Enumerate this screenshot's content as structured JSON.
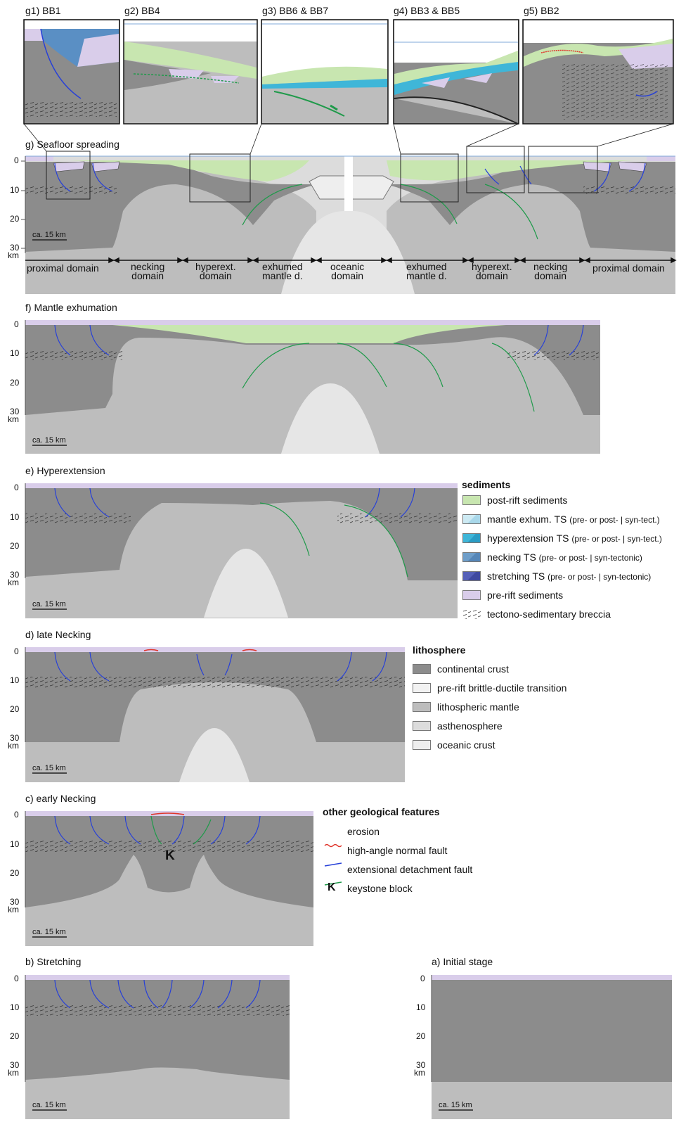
{
  "panels": {
    "g1": "g1) BB1",
    "g2": "g2) BB4",
    "g3": "g3) BB6 & BB7",
    "g4": "g4) BB3 & BB5",
    "g5": "g5) BB2",
    "g": "g) Seafloor spreading",
    "f": "f) Mantle exhumation",
    "e": "e) Hyperextension",
    "d": "d) late Necking",
    "c": "c) early Necking",
    "b": "b) Stretching",
    "a": "a) Initial stage"
  },
  "axis": {
    "t0": "0",
    "t10": "10",
    "t20": "20",
    "t30": "30",
    "unit": "km"
  },
  "scale_bar": "ca. 15 km",
  "domains": {
    "proximal": "proximal domain",
    "necking_1": "necking",
    "necking_2": "domain",
    "hyper_1": "hyperext.",
    "hyper_2": "domain",
    "exhumed_1": "exhumed",
    "exhumed_2": "mantle d.",
    "oceanic_1": "oceanic",
    "oceanic_2": "domain"
  },
  "keystone_marker": "K",
  "legend": {
    "sediments_title": "sediments",
    "sediments": [
      {
        "label": "post-rift sediments",
        "note": "",
        "color": "#c8e6b0"
      },
      {
        "label": "mantle exhum. TS ",
        "note": "(pre- or post- | syn-tect.)",
        "color": "#cdeaf3"
      },
      {
        "label": "hyperextension TS ",
        "note": "(pre- or post- | syn-tect.)",
        "color": "#3fb6d8"
      },
      {
        "label": "necking TS ",
        "note": "(pre- or post- | syn-tectonic)",
        "color": "#6f9ec9"
      },
      {
        "label": "stretching TS ",
        "note": "(pre- or post- | syn-tectonic)",
        "color": "#5560b8"
      },
      {
        "label": "pre-rift sediments",
        "note": "",
        "color": "#d9cdea"
      },
      {
        "label": "tectono-sedimentary breccia",
        "note": "",
        "color": "#ffffff"
      }
    ],
    "lithosphere_title": "lithosphere",
    "lithosphere": [
      {
        "label": "continental crust",
        "color": "#8c8c8c"
      },
      {
        "label": "pre-rift brittle-ductile transition",
        "color": "#f2f2f2"
      },
      {
        "label": "lithospheric mantle",
        "color": "#bdbdbd"
      },
      {
        "label": "asthenosphere",
        "color": "#dcdcdc"
      },
      {
        "label": "oceanic crust",
        "color": "#eeeeee"
      }
    ],
    "features_title": "other geological features",
    "features": [
      {
        "label": "erosion",
        "color": "#e0352b"
      },
      {
        "label": "high-angle normal fault",
        "color": "#2740d8"
      },
      {
        "label": "extensional detachment fault",
        "color": "#1f9a4a"
      },
      {
        "label": "keystone block",
        "symbol": "K"
      }
    ]
  },
  "colors": {
    "crust": "#8c8c8c",
    "mantle": "#bdbdbd",
    "astheno": "#dcdcdc",
    "prerift": "#d9cdea",
    "postrift": "#c8e6b0",
    "normal_fault": "#2740d8",
    "detachment": "#1f9a4a",
    "erosion": "#e0352b"
  }
}
